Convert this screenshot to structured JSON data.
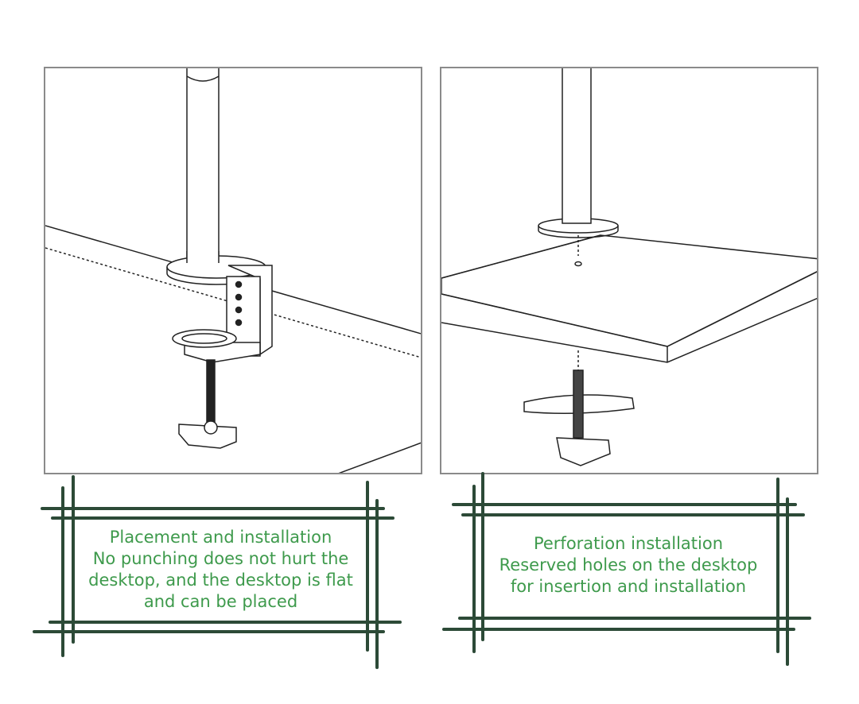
{
  "left_panel": {
    "caption": {
      "title": "Placement and installation",
      "lines": [
        "No punching does not hurt the",
        "desktop, and the desktop is flat",
        "and can be placed"
      ]
    }
  },
  "right_panel": {
    "caption": {
      "title": "Perforation installation",
      "lines": [
        "Reserved holes on the desktop",
        "for insertion and installation"
      ]
    }
  },
  "colors": {
    "frame_line": "#2c4a37",
    "caption_text": "#3e9a4c",
    "panel_border": "#8a8a8a"
  }
}
